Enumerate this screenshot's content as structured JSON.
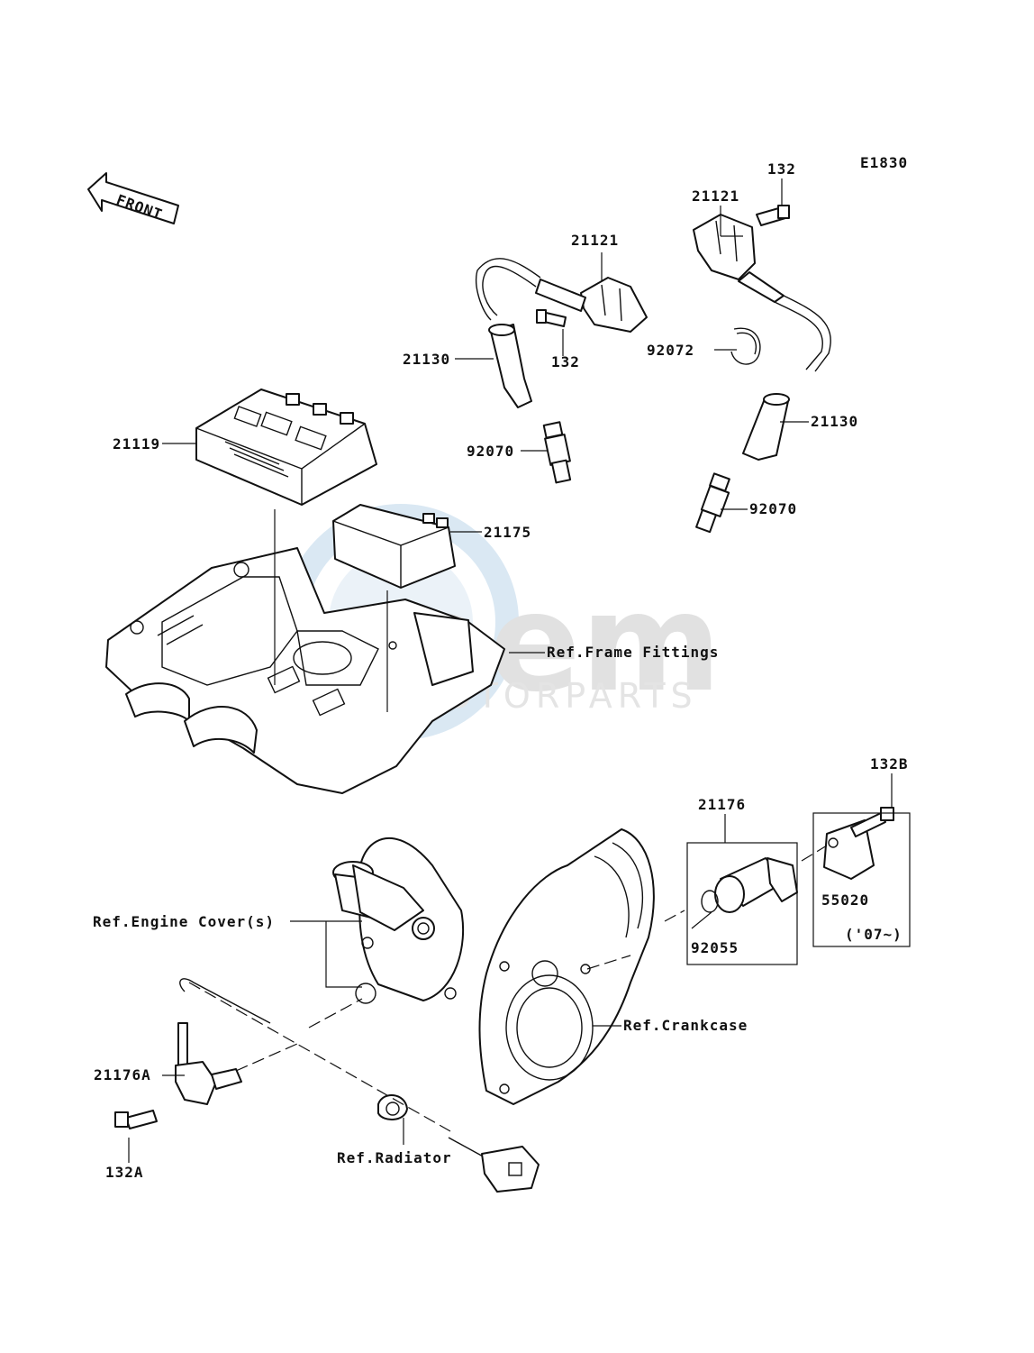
{
  "diagram_code": "E1830",
  "front_label": "FRONT",
  "watermark": {
    "brand": "oem",
    "sub": "MOTORPARTS"
  },
  "parts": {
    "p132_top": "132",
    "p21121_right": "21121",
    "p21121_left": "21121",
    "p132_mid": "132",
    "p21130_left": "21130",
    "p92072": "92072",
    "p21119": "21119",
    "p92070_left": "92070",
    "p21130_right": "21130",
    "p92070_right": "92070",
    "p21175": "21175",
    "p132B": "132B",
    "p21176": "21176",
    "p55020": "55020",
    "p07": "('07~)",
    "p92055": "92055",
    "p21176A": "21176A",
    "p132A": "132A"
  },
  "refs": {
    "frame": "Ref.Frame Fittings",
    "engine_cover": "Ref.Engine Cover(s)",
    "crankcase": "Ref.Crankcase",
    "radiator": "Ref.Radiator"
  }
}
